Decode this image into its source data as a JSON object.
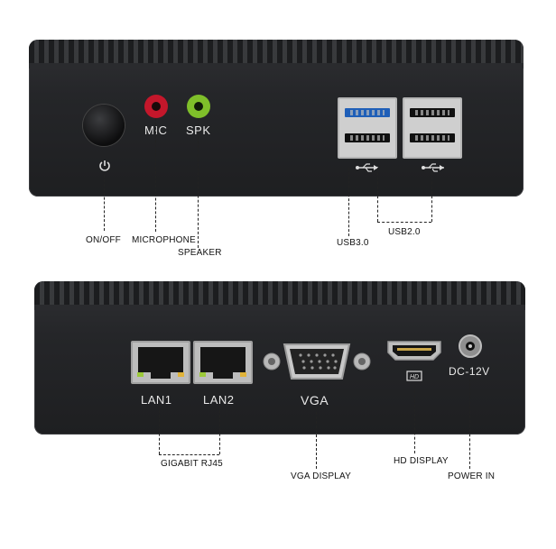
{
  "front": {
    "mic_label": "MIC",
    "spk_label": "SPK",
    "mic_color": "#c4172b",
    "spk_color": "#7fbf2a",
    "callouts": {
      "power": "ON/OFF",
      "microphone": "MICROPHONE",
      "speaker": "SPEAKER",
      "usb3": "USB3.0",
      "usb2": "USB2.0"
    }
  },
  "rear": {
    "lan1_label": "LAN1",
    "lan2_label": "LAN2",
    "vga_label": "VGA",
    "dc_label": "DC-12V",
    "callouts": {
      "gigabit": "GIGABIT RJ45",
      "vga_display": "VGA DISPLAY",
      "hd_display": "HD DISPLAY",
      "power_in": "POWER IN"
    }
  },
  "icons": [
    "power-icon",
    "usb-icon",
    "hdmi-icon"
  ],
  "colors": {
    "device": "#252629",
    "usb3_blue": "#1f5fb8"
  }
}
